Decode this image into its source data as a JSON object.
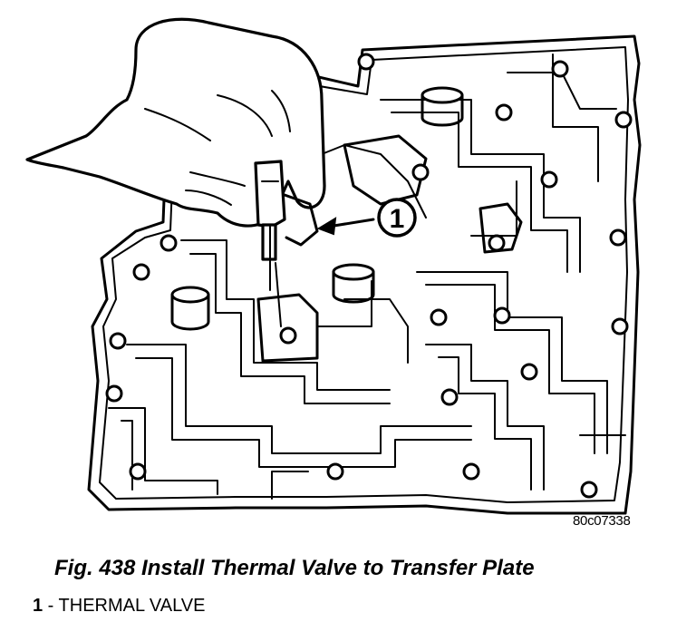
{
  "figure": {
    "callout_number": "1",
    "reference_code": "80c07338",
    "caption": "Fig. 438 Install Thermal Valve to Transfer Plate"
  },
  "legend": [
    {
      "number": "1",
      "separator": " - ",
      "label": "THERMAL VALVE"
    }
  ]
}
